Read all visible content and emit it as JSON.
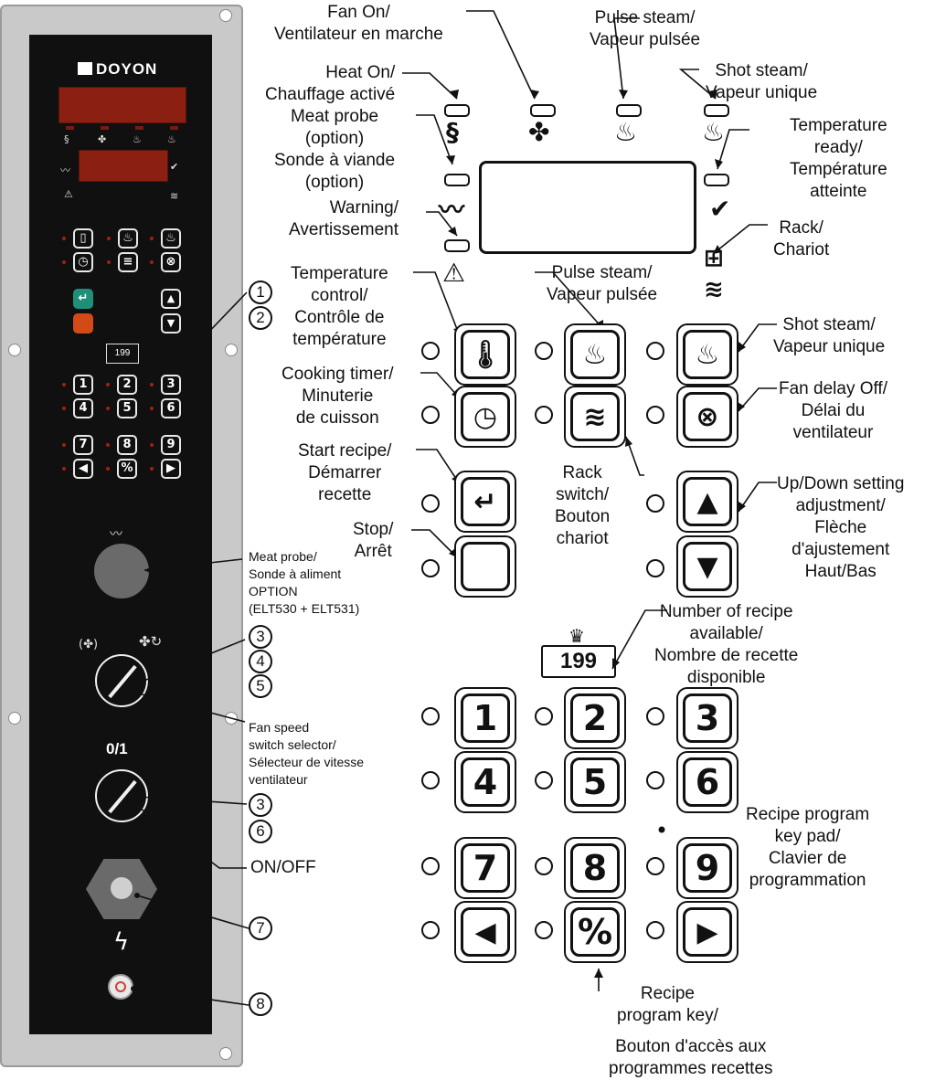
{
  "brand": "DOYON",
  "labels": {
    "fan_on": "Fan On/\nVentilateur en marche",
    "pulse_steam_top": "Pulse steam/\nVapeur pulsée",
    "heat_on": "Heat On/\nChauffage activé",
    "shot_steam_top": "Shot steam/\nVapeur unique",
    "meat_probe": "Meat probe\n(option)\nSonde à viande\n(option)",
    "temperature_ready": "Temperature\nready/\nTempérature\natteinte",
    "warning": "Warning/\nAvertissement",
    "rack_top": "Rack/\nChariot",
    "temperature_control": "Temperature\ncontrol/\nContrôle de\ntempérature",
    "pulse_steam_mid": "Pulse steam/\nVapeur pulsée",
    "shot_steam_mid": "Shot steam/\nVapeur unique",
    "cooking_timer": "Cooking timer/\nMinuterie\nde cuisson",
    "fan_delay": "Fan delay Off/\nDélai du\nventilateur",
    "start_recipe": "Start recipe/\nDémarrer\nrecette",
    "rack_switch": "Rack\nswitch/\nBouton\nchariot",
    "up_down": "Up/Down setting\nadjustment/\nFlèche\nd'ajustement\nHaut/Bas",
    "stop": "Stop/\nArrêt",
    "recipe_count": "Number of recipe\navailable/\nNombre de recette\ndisponible",
    "recipe_keypad": "Recipe program\nkey pad/\nClavier de\nprogrammation",
    "recipe_key": "Recipe\nprogram key/",
    "recipe_key_fr": "Bouton d'accès aux\nprogrammes recettes",
    "meat_probe_socket": "Meat probe/\nSonde à aliment\nOPTION\n(ELT530 + ELT531)",
    "fan_speed": "Fan speed\nswitch selector/\nSélecteur de vitesse\nventilateur",
    "on_off": "ON/OFF",
    "on_off_knob": "0/1"
  },
  "callouts": [
    "1",
    "2",
    "3",
    "4",
    "5",
    "3",
    "6",
    "7",
    "8"
  ],
  "keypad": {
    "digits": [
      "1",
      "2",
      "3",
      "4",
      "5",
      "6",
      "7",
      "8",
      "9"
    ],
    "left_arrow": "◀",
    "percent": "%",
    "right_arrow": "▶",
    "up": "▲",
    "down": "▼",
    "start": "↵"
  },
  "recipe_book_number": "199",
  "icons": [
    "fan-icon",
    "pulse-steam-icon",
    "shot-steam-icon",
    "heat-icon",
    "meat-probe-icon",
    "temperature-ready-icon",
    "warning-icon",
    "rack-icon",
    "thermometer-icon",
    "timer-icon",
    "rack-switch-icon",
    "fan-delay-icon",
    "lightning-icon"
  ]
}
